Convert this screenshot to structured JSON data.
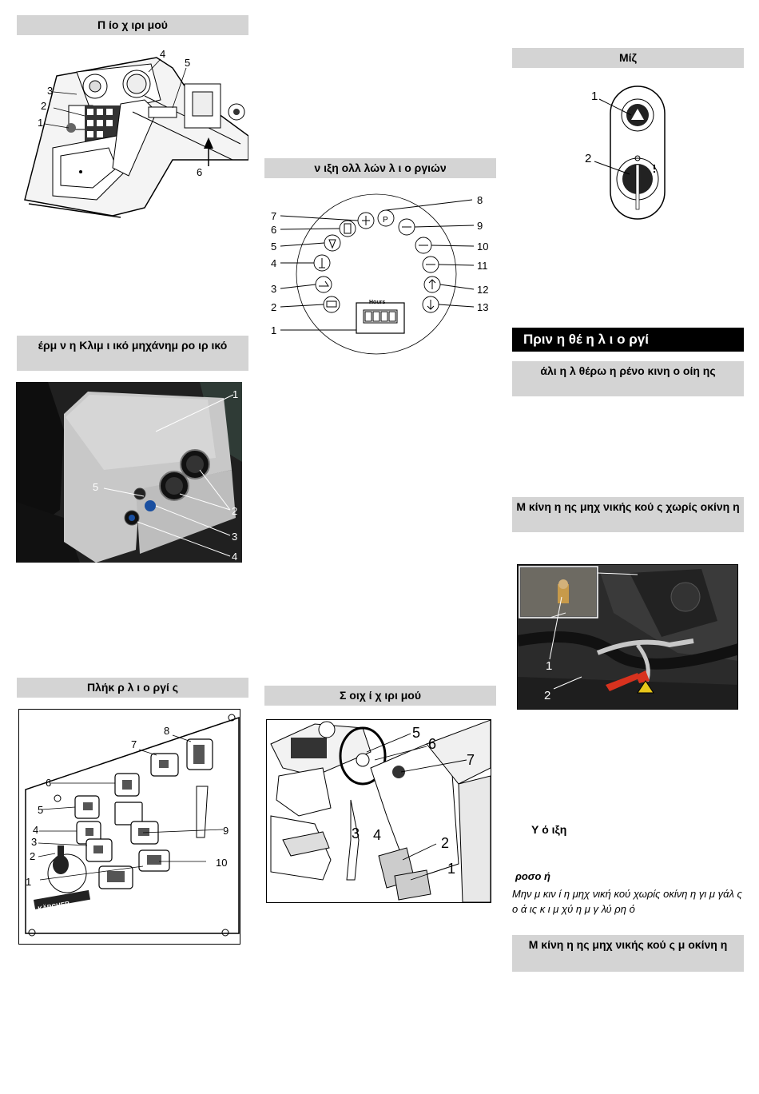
{
  "headers": {
    "operator_seat": "Π   ίο χ ιρι  μού",
    "climate": "έρμ  ν   η Κλιμ   ι  ικό μηχάνημ   ρο  ιρ  ικό",
    "function_keys": "Πλήκ  ρ    λ ι  ο ργί  ς",
    "warning_lights": "ν    ιξη   ολλ      λών λ ι  ο ργιών",
    "controls": "Σ  οιχ  ί   χ ιρι  μού",
    "ignition": "Μίζ",
    "before_operation": "Πριν    η θέ  η        λ ι  ο ργί",
    "check_level": "άλι  η       λ    θέρω  η   ρένο   κινη  ο οίη  ης",
    "drain_engine": "Μ       κίνη  η  ης μηχ  νικής    κού       ς χωρίς      οκίνη  η",
    "tow_engine": "Μ       κίνη  η  ης μηχ  νικής    κού       ς μ       οκίνη  η"
  },
  "labels": {
    "dash": [
      "1",
      "2",
      "3",
      "4",
      "5",
      "6"
    ],
    "lights": [
      "1",
      "2",
      "3",
      "4",
      "5",
      "6",
      "7",
      "8",
      "9",
      "10",
      "11",
      "12",
      "13"
    ],
    "hours": "Hours",
    "ignition": [
      "1",
      "2"
    ],
    "climate": [
      "1",
      "2",
      "3",
      "4",
      "5"
    ],
    "keys": [
      "1",
      "2",
      "3",
      "4",
      "5",
      "6",
      "7",
      "8",
      "9",
      "10"
    ],
    "controls": [
      "1",
      "2",
      "3",
      "4",
      "5",
      "6",
      "7"
    ],
    "engine": [
      "1",
      "2"
    ]
  },
  "body": {
    "hint": "Υ    ό   ιξη",
    "caution_title": "ροσο  ή",
    "caution_text": "Μην μ     κιν  ί       η μηχ  νική    κού     χωρίς        οκίνη  η γι   μ γάλ ς     ο  ά    ις κ  ι μ        χύ η     μ γ λύ   ρη       ό"
  },
  "panel_brand": "KÄRCHER"
}
